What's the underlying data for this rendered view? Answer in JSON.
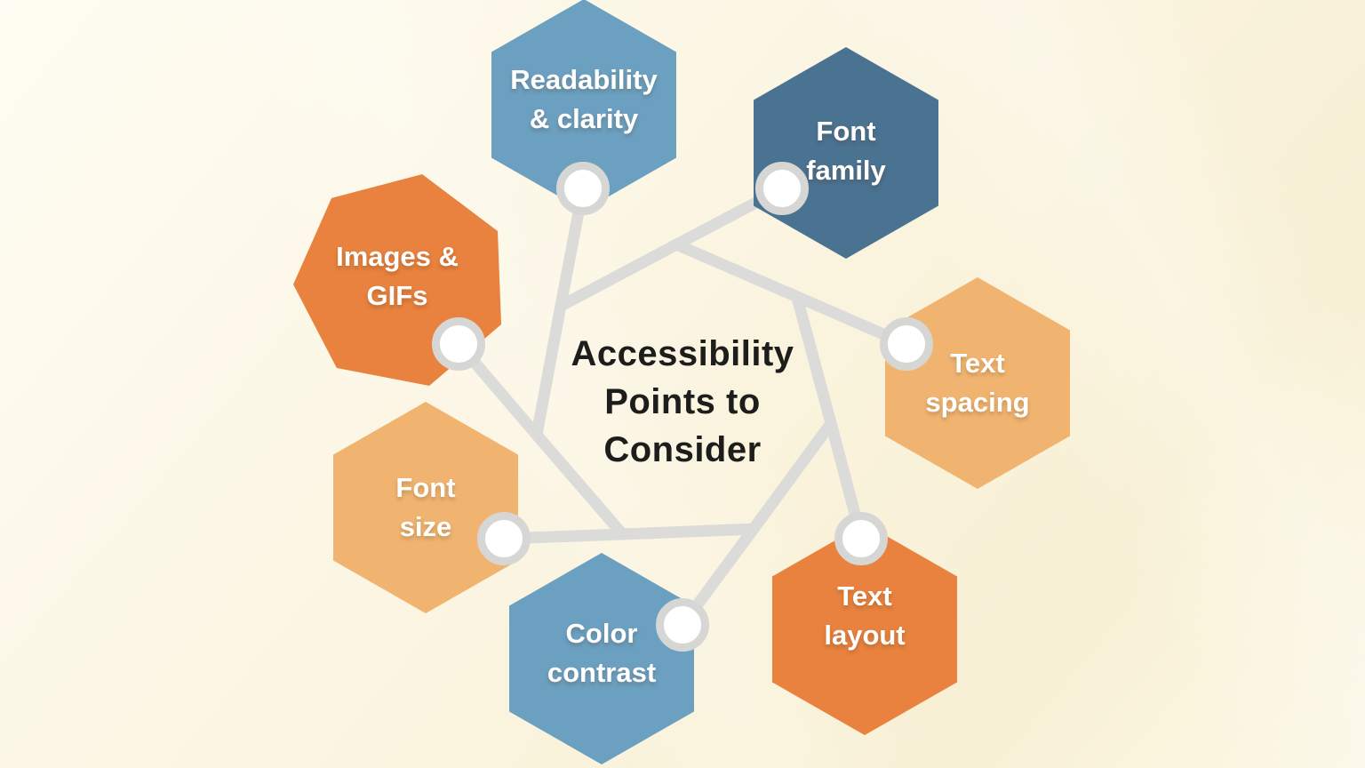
{
  "title": {
    "lines": [
      "Accessibility",
      "Points to",
      "Consider"
    ]
  },
  "nodes": [
    {
      "id": "readability-clarity",
      "shape": "hexagon",
      "color_key": "blue",
      "lines": [
        "Readability",
        "& clarity"
      ]
    },
    {
      "id": "font-family",
      "shape": "hexagon",
      "color_key": "dark_blue",
      "lines": [
        "Font",
        "family"
      ]
    },
    {
      "id": "text-spacing",
      "shape": "hexagon",
      "color_key": "light_orange",
      "lines": [
        "Text",
        "spacing"
      ]
    },
    {
      "id": "text-layout",
      "shape": "hexagon",
      "color_key": "orange",
      "lines": [
        "Text",
        "layout"
      ]
    },
    {
      "id": "color-contrast",
      "shape": "hexagon",
      "color_key": "blue",
      "lines": [
        "Color",
        "contrast"
      ]
    },
    {
      "id": "font-size",
      "shape": "hexagon",
      "color_key": "light_orange",
      "lines": [
        "Font",
        "size"
      ]
    },
    {
      "id": "images-gifs",
      "shape": "heptagon",
      "color_key": "orange",
      "lines": [
        "Images &",
        "GIFs"
      ]
    }
  ],
  "colors": {
    "blue": "#6CA0C0",
    "dark_blue": "#4A7291",
    "orange": "#E8823E",
    "light_orange": "#F0B470",
    "connector": "#DBDBD9",
    "node_ring": "#D6D6D5",
    "node_fill": "#FFFFFF",
    "title_text": "#1D1D1B",
    "label_text": "#FFFFFF",
    "background_top_left": "#FFFDF3",
    "background_bottom": "#F8F0D4"
  }
}
